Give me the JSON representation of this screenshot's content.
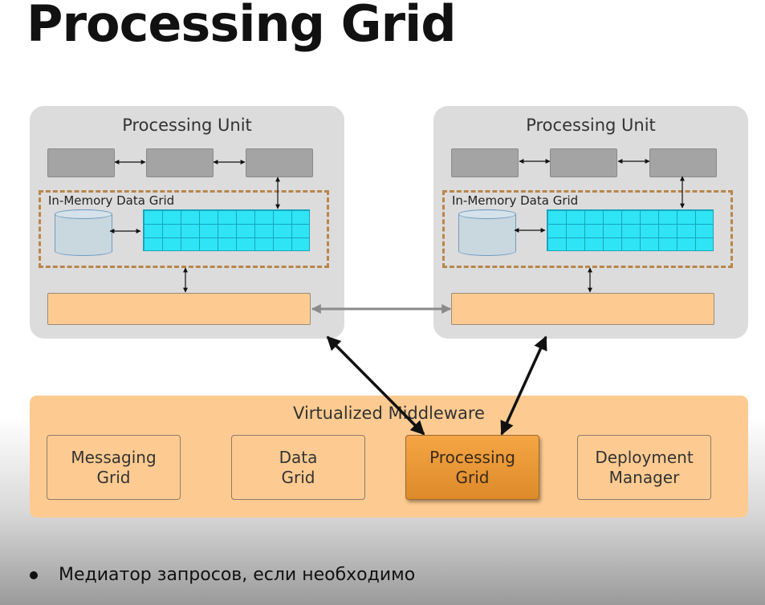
{
  "title": "Processing Grid",
  "processing_units": [
    {
      "title": "Processing Unit",
      "imdg_label": "In-Memory Data Grid"
    },
    {
      "title": "Processing Unit",
      "imdg_label": "In-Memory Data Grid"
    }
  ],
  "middleware": {
    "title": "Virtualized Middleware",
    "boxes": [
      {
        "line1": "Messaging",
        "line2": "Grid"
      },
      {
        "line1": "Data",
        "line2": "Grid"
      },
      {
        "line1": "Processing",
        "line2": "Grid"
      },
      {
        "line1": "Deployment",
        "line2": "Manager"
      }
    ],
    "highlighted_box": "Processing Grid"
  },
  "bullet": "Медиатор запросов, если необходимо",
  "colors": {
    "unit_bg": "#dcdcdc",
    "grey_box": "#a4a4a4",
    "grid_cyan": "#2ee4f5",
    "orange_light": "#fdcb91",
    "orange_active": "#f0a040",
    "dashed_border": "#b8864a"
  }
}
